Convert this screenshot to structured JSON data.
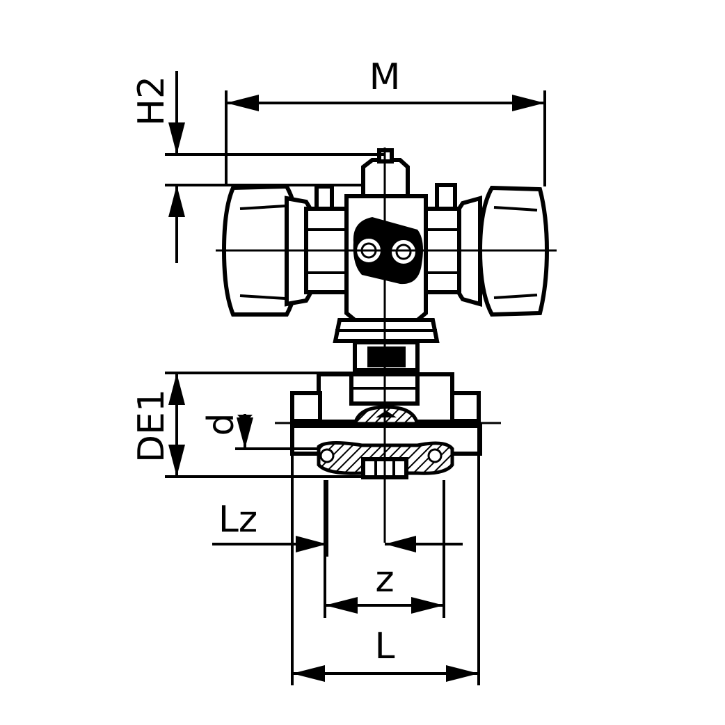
{
  "labels": {
    "M": "M",
    "H2": "H2",
    "DE1": "DE1",
    "d": "d",
    "Lz": "Lz",
    "z": "z",
    "L": "L"
  }
}
